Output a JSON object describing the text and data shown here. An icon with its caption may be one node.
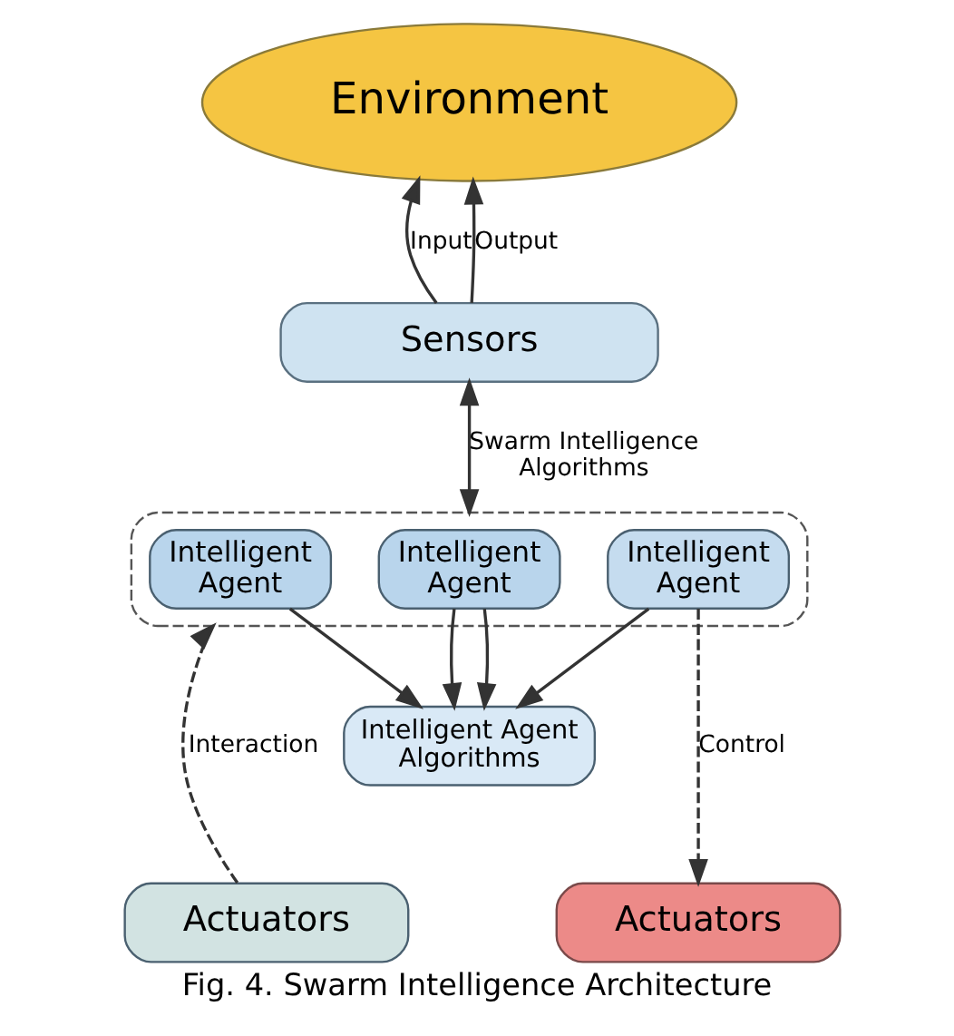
{
  "diagram": {
    "caption": "Fig. 4. Swarm Intelligence Architecture",
    "nodes": [
      {
        "text": [
          "Environment"
        ]
      },
      {
        "text": [
          "Sensors"
        ]
      },
      {
        "text": [],
        "shape": "box"
      },
      {
        "text": [
          "Intelligent Agent"
        ],
        "in": 2
      },
      {
        "text": [
          "Intelligent Agent"
        ],
        "in": 2
      },
      {
        "text": [
          "Intelligent Agent"
        ],
        "in": 2
      },
      {
        "text": [
          "Intelligent Agent Algorithms"
        ]
      },
      {
        "text": [
          "Actuators"
        ]
      },
      {
        "text": [
          "Actuators"
        ]
      }
    ],
    "edges": [
      {
        "from": 1,
        "to": 0,
        "arrow": "to",
        "label": "Input"
      },
      {
        "from": 1,
        "to": 0,
        "arrow": "to",
        "label": "Output"
      },
      {
        "from": 1,
        "to": 2,
        "arrow": "both",
        "label": "Swarm Intelligence Algorithms"
      },
      {
        "from": 3,
        "to": 6,
        "arrow": "to"
      },
      {
        "from": 4,
        "to": 6,
        "arrow": "to"
      },
      {
        "from": 4,
        "to": 6,
        "arrow": "to"
      },
      {
        "from": 5,
        "to": 6,
        "arrow": "to"
      },
      {
        "from": 7,
        "to": 2,
        "arrow": "to",
        "style": "dashed",
        "label": "Interaction"
      },
      {
        "from": 5,
        "to": 8,
        "arrow": "to",
        "style": "dashed",
        "label": "Control"
      }
    ]
  }
}
